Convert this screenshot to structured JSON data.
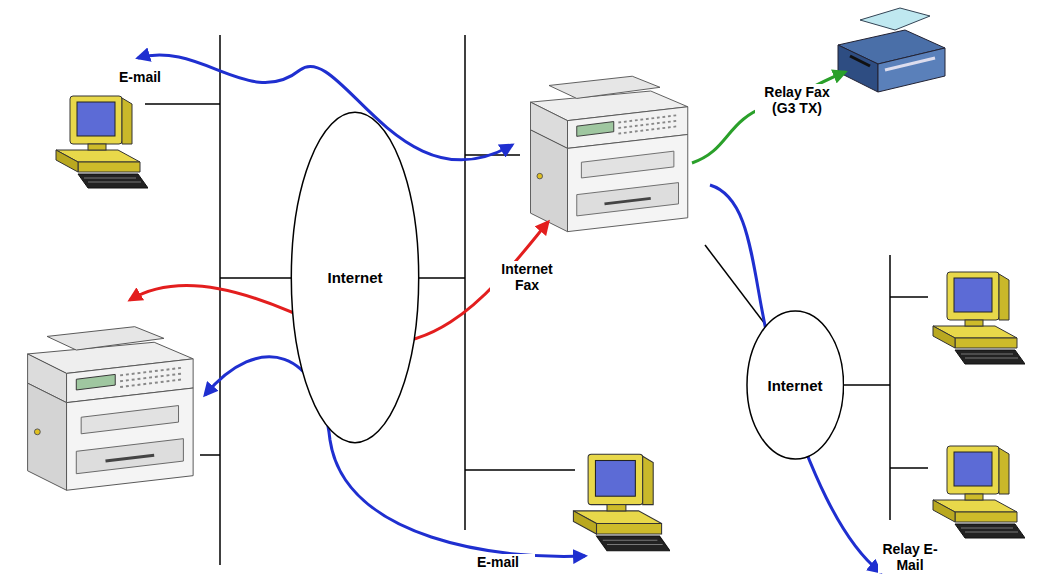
{
  "diagram": {
    "nodes": [
      {
        "text": [
          "Internet"
        ]
      },
      {
        "text": [
          "Internet"
        ]
      }
    ],
    "labels": [
      "E-mail",
      "Internet Fax",
      "Relay Fax (G3 TX)",
      "E-mail",
      "Relay E-Mail"
    ]
  }
}
